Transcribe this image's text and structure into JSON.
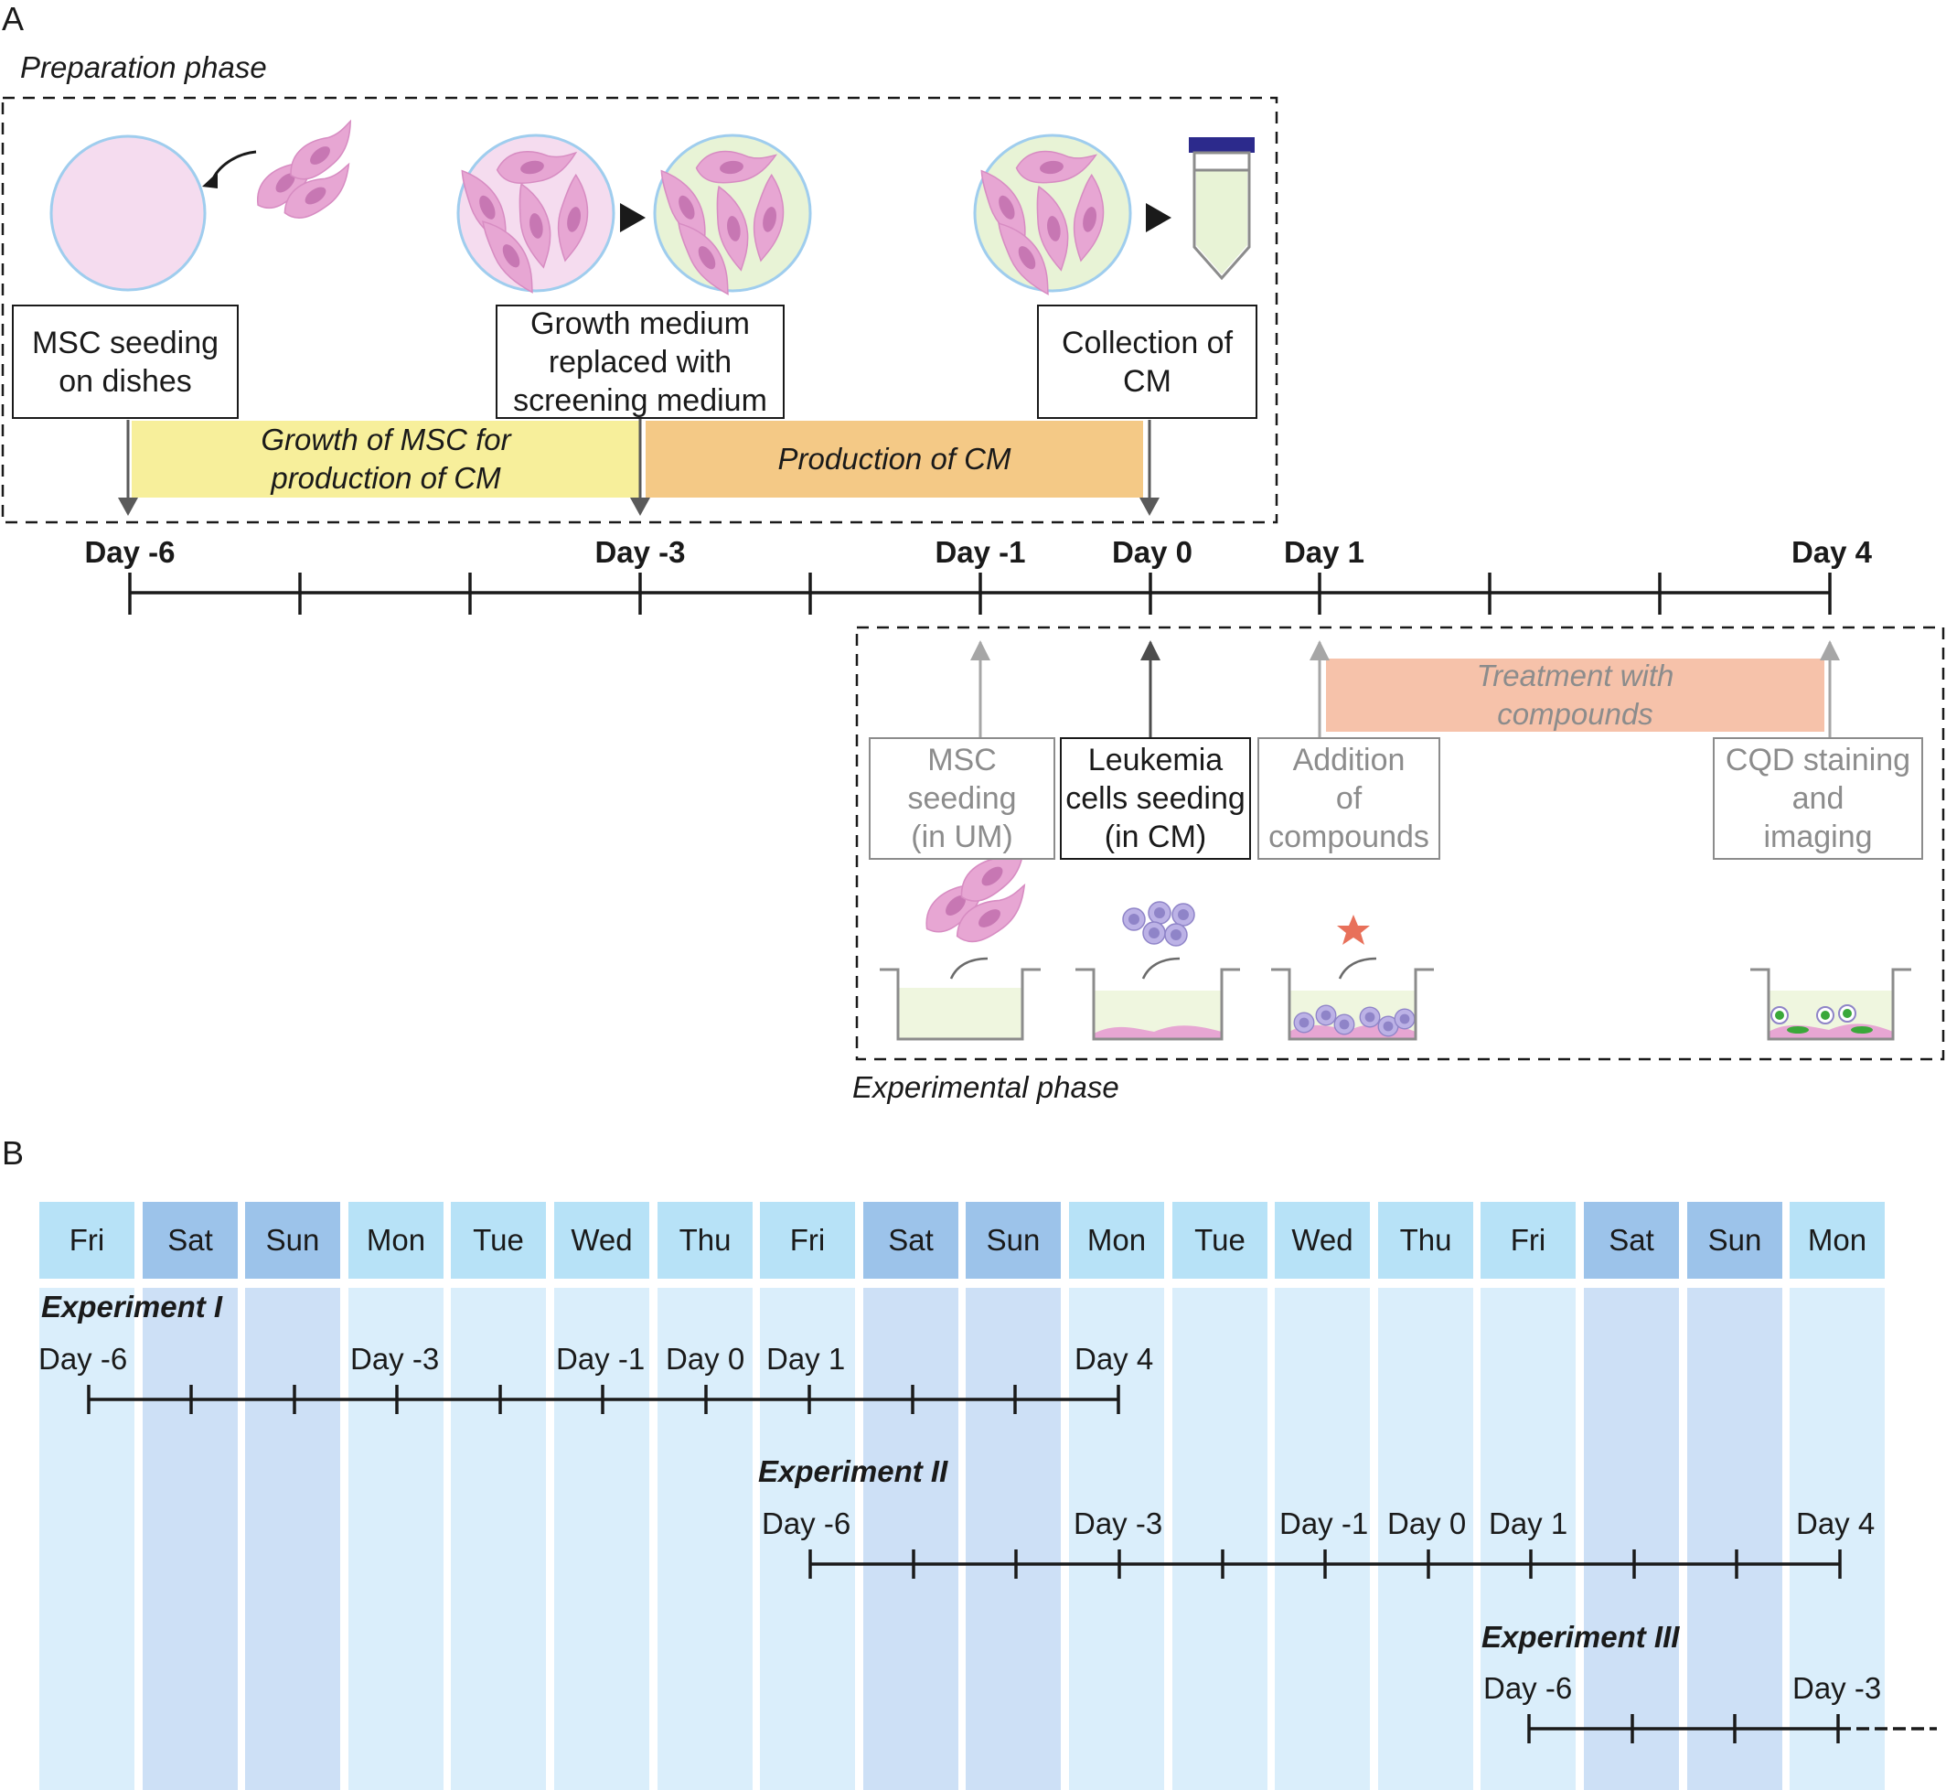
{
  "panel_a": {
    "letter": "A",
    "preparation_phase": "Preparation phase",
    "experimental_phase": "Experimental phase",
    "prep_boxes": [
      {
        "id": "msc-seeding",
        "text": "MSC seeding\non dishes"
      },
      {
        "id": "growth-medium",
        "text": "Growth medium\nreplaced with\nscreening medium"
      },
      {
        "id": "collection",
        "text": "Collection of\nCM"
      }
    ],
    "prep_bars": [
      {
        "id": "growth-msc",
        "text": "Growth of MSC for\nproduction of CM",
        "color": "#f7ef9b"
      },
      {
        "id": "production-cm",
        "text": "Production of CM",
        "color": "#f4c986"
      }
    ],
    "timeline_days": [
      "Day -6",
      "Day -3",
      "Day -1",
      "Day 0",
      "Day 1",
      "Day 4"
    ],
    "exp_boxes": [
      {
        "id": "msc-seeding-um",
        "text": "MSC\nseeding\n(in UM)",
        "style": "grey"
      },
      {
        "id": "leukemia-seeding",
        "text": "Leukemia\ncells seeding\n(in CM)",
        "style": "dark"
      },
      {
        "id": "addition-compounds",
        "text": "Addition\nof\ncompounds",
        "style": "grey"
      },
      {
        "id": "cqd-staining",
        "text": "CQD staining\nand\nimaging",
        "style": "grey"
      }
    ],
    "treatment_bar": {
      "text": "Treatment with\ncompounds",
      "color": "#f6c2aa"
    }
  },
  "panel_b": {
    "letter": "B",
    "weekdays": [
      "Fri",
      "Sat",
      "Sun",
      "Mon",
      "Tue",
      "Wed",
      "Thu",
      "Fri",
      "Sat",
      "Sun",
      "Mon",
      "Tue",
      "Wed",
      "Thu",
      "Fri",
      "Sat",
      "Sun",
      "Mon"
    ],
    "weekend_flags": [
      false,
      true,
      true,
      false,
      false,
      false,
      false,
      false,
      true,
      true,
      false,
      false,
      false,
      false,
      false,
      true,
      true,
      false
    ],
    "experiments": [
      {
        "title": "Experiment I",
        "days": [
          "Day -6",
          "Day -3",
          "Day -1",
          "Day 0",
          "Day 1",
          "Day 4"
        ]
      },
      {
        "title": "Experiment II",
        "days": [
          "Day -6",
          "Day -3",
          "Day -1",
          "Day 0",
          "Day 1",
          "Day 4"
        ]
      },
      {
        "title": "Experiment III",
        "days": [
          "Day -6",
          "Day -3"
        ]
      }
    ]
  },
  "colors": {
    "weekday_header": "#b7e2f7",
    "weekend_header": "#9cc3ea",
    "weekday_column": "#daeefb",
    "weekend_column": "#cde0f6",
    "dish_pink": "#f5dcef",
    "dish_green": "#e8f3d6",
    "dish_border": "#9fcdee",
    "cell_pink": "#e7a6d3",
    "nucleus": "#c777b3"
  }
}
